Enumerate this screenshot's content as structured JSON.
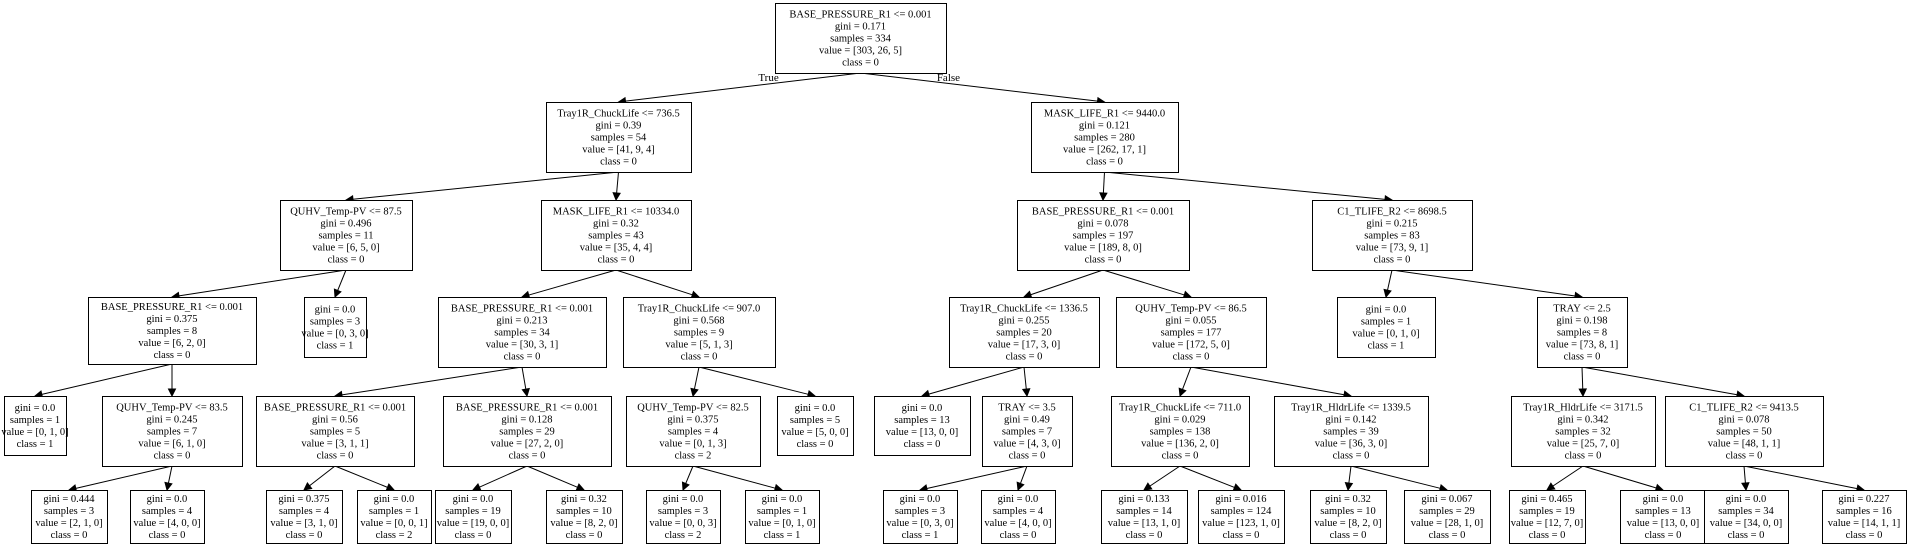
{
  "tree": {
    "edge_labels": {
      "true": "True",
      "false": "False"
    },
    "nodes": [
      {
        "id": "n0",
        "lines": [
          "BASE_PRESSURE_R1 <= 0.001",
          "gini = 0.171",
          "samples = 334",
          "value = [303, 26, 5]",
          "class = 0"
        ]
      },
      {
        "id": "n1",
        "lines": [
          "Tray1R_ChuckLife <= 736.5",
          "gini = 0.39",
          "samples = 54",
          "value = [41, 9, 4]",
          "class = 0"
        ]
      },
      {
        "id": "n2",
        "lines": [
          "MASK_LIFE_R1 <= 9440.0",
          "gini = 0.121",
          "samples = 280",
          "value = [262, 17, 1]",
          "class = 0"
        ]
      },
      {
        "id": "n3",
        "lines": [
          "QUHV_Temp-PV <= 87.5",
          "gini = 0.496",
          "samples = 11",
          "value = [6, 5, 0]",
          "class = 0"
        ]
      },
      {
        "id": "n4",
        "lines": [
          "MASK_LIFE_R1 <= 10334.0",
          "gini = 0.32",
          "samples = 43",
          "value = [35, 4, 4]",
          "class = 0"
        ]
      },
      {
        "id": "n5",
        "lines": [
          "BASE_PRESSURE_R1 <= 0.001",
          "gini = 0.078",
          "samples = 197",
          "value = [189, 8, 0]",
          "class = 0"
        ]
      },
      {
        "id": "n6",
        "lines": [
          "C1_TLIFE_R2 <= 8698.5",
          "gini = 0.215",
          "samples = 83",
          "value = [73, 9, 1]",
          "class = 0"
        ]
      },
      {
        "id": "n7",
        "lines": [
          "BASE_PRESSURE_R1 <= 0.001",
          "gini = 0.375",
          "samples = 8",
          "value = [6, 2, 0]",
          "class = 0"
        ]
      },
      {
        "id": "n8",
        "lines": [
          "gini = 0.0",
          "samples = 3",
          "value = [0, 3, 0]",
          "class = 1"
        ]
      },
      {
        "id": "n9",
        "lines": [
          "BASE_PRESSURE_R1 <= 0.001",
          "gini = 0.213",
          "samples = 34",
          "value = [30, 3, 1]",
          "class = 0"
        ]
      },
      {
        "id": "n10",
        "lines": [
          "Tray1R_ChuckLife <= 907.0",
          "gini = 0.568",
          "samples = 9",
          "value = [5, 1, 3]",
          "class = 0"
        ]
      },
      {
        "id": "n11",
        "lines": [
          "Tray1R_ChuckLife <= 1336.5",
          "gini = 0.255",
          "samples = 20",
          "value = [17, 3, 0]",
          "class = 0"
        ]
      },
      {
        "id": "n12",
        "lines": [
          "QUHV_Temp-PV <= 86.5",
          "gini = 0.055",
          "samples = 177",
          "value = [172, 5, 0]",
          "class = 0"
        ]
      },
      {
        "id": "n13",
        "lines": [
          "gini = 0.0",
          "samples = 1",
          "value = [0, 1, 0]",
          "class = 1"
        ]
      },
      {
        "id": "n14",
        "lines": [
          "TRAY <= 2.5",
          "gini = 0.198",
          "samples = 8",
          "value = [73, 8, 1]",
          "class = 0"
        ]
      },
      {
        "id": "n15",
        "lines": [
          "gini = 0.0",
          "samples = 1",
          "value = [0, 1, 0]",
          "class = 1"
        ]
      },
      {
        "id": "n16",
        "lines": [
          "QUHV_Temp-PV <= 83.5",
          "gini = 0.245",
          "samples = 7",
          "value = [6, 1, 0]",
          "class = 0"
        ]
      },
      {
        "id": "n17",
        "lines": [
          "BASE_PRESSURE_R1 <= 0.001",
          "gini = 0.56",
          "samples = 5",
          "value = [3, 1, 1]",
          "class = 0"
        ]
      },
      {
        "id": "n18",
        "lines": [
          "BASE_PRESSURE_R1 <= 0.001",
          "gini = 0.128",
          "samples = 29",
          "value = [27, 2, 0]",
          "class = 0"
        ]
      },
      {
        "id": "n19",
        "lines": [
          "QUHV_Temp-PV <= 82.5",
          "gini = 0.375",
          "samples = 4",
          "value = [0, 1, 3]",
          "class = 2"
        ]
      },
      {
        "id": "n20",
        "lines": [
          "gini = 0.0",
          "samples = 5",
          "value = [5, 0, 0]",
          "class = 0"
        ]
      },
      {
        "id": "n21",
        "lines": [
          "gini = 0.0",
          "samples = 13",
          "value = [13, 0, 0]",
          "class = 0"
        ]
      },
      {
        "id": "n22",
        "lines": [
          "TRAY <= 3.5",
          "gini = 0.49",
          "samples = 7",
          "value = [4, 3, 0]",
          "class = 0"
        ]
      },
      {
        "id": "n23",
        "lines": [
          "Tray1R_ChuckLife <= 711.0",
          "gini = 0.029",
          "samples = 138",
          "value = [136, 2, 0]",
          "class = 0"
        ]
      },
      {
        "id": "n24",
        "lines": [
          "Tray1R_HldrLife <= 1339.5",
          "gini = 0.142",
          "samples = 39",
          "value = [36, 3, 0]",
          "class = 0"
        ]
      },
      {
        "id": "n25",
        "lines": [
          "Tray1R_HldrLife <= 3171.5",
          "gini = 0.342",
          "samples = 32",
          "value = [25, 7, 0]",
          "class = 0"
        ]
      },
      {
        "id": "n26",
        "lines": [
          "C1_TLIFE_R2 <= 9413.5",
          "gini = 0.078",
          "samples = 50",
          "value = [48, 1, 1]",
          "class = 0"
        ]
      },
      {
        "id": "n27",
        "lines": [
          "gini = 0.444",
          "samples = 3",
          "value = [2, 1, 0]",
          "class = 0"
        ]
      },
      {
        "id": "n28",
        "lines": [
          "gini = 0.0",
          "samples = 4",
          "value = [4, 0, 0]",
          "class = 0"
        ]
      },
      {
        "id": "n29",
        "lines": [
          "gini = 0.375",
          "samples = 4",
          "value = [3, 1, 0]",
          "class = 0"
        ]
      },
      {
        "id": "n30",
        "lines": [
          "gini = 0.0",
          "samples = 1",
          "value = [0, 0, 1]",
          "class = 2"
        ]
      },
      {
        "id": "n31",
        "lines": [
          "gini = 0.0",
          "samples = 19",
          "value = [19, 0, 0]",
          "class = 0"
        ]
      },
      {
        "id": "n32",
        "lines": [
          "gini = 0.32",
          "samples = 10",
          "value = [8, 2, 0]",
          "class = 0"
        ]
      },
      {
        "id": "n33",
        "lines": [
          "gini = 0.0",
          "samples = 3",
          "value = [0, 0, 3]",
          "class = 2"
        ]
      },
      {
        "id": "n34",
        "lines": [
          "gini = 0.0",
          "samples = 1",
          "value = [0, 1, 0]",
          "class = 1"
        ]
      },
      {
        "id": "n35",
        "lines": [
          "gini = 0.0",
          "samples = 3",
          "value = [0, 3, 0]",
          "class = 1"
        ]
      },
      {
        "id": "n36",
        "lines": [
          "gini = 0.0",
          "samples = 4",
          "value = [4, 0, 0]",
          "class = 0"
        ]
      },
      {
        "id": "n37",
        "lines": [
          "gini = 0.133",
          "samples = 14",
          "value = [13, 1, 0]",
          "class = 0"
        ]
      },
      {
        "id": "n38",
        "lines": [
          "gini = 0.016",
          "samples = 124",
          "value = [123, 1, 0]",
          "class = 0"
        ]
      },
      {
        "id": "n39",
        "lines": [
          "gini = 0.32",
          "samples = 10",
          "value = [8, 2, 0]",
          "class = 0"
        ]
      },
      {
        "id": "n40",
        "lines": [
          "gini = 0.067",
          "samples = 29",
          "value = [28, 1, 0]",
          "class = 0"
        ]
      },
      {
        "id": "n41",
        "lines": [
          "gini = 0.465",
          "samples = 19",
          "value = [12, 7, 0]",
          "class = 0"
        ]
      },
      {
        "id": "n42",
        "lines": [
          "gini = 0.0",
          "samples = 13",
          "value = [13, 0, 0]",
          "class = 0"
        ]
      },
      {
        "id": "n43",
        "lines": [
          "gini = 0.0",
          "samples = 34",
          "value = [34, 0, 0]",
          "class = 0"
        ]
      },
      {
        "id": "n44",
        "lines": [
          "gini = 0.227",
          "samples = 16",
          "value = [14, 1, 1]",
          "class = 0"
        ]
      }
    ],
    "edges": [
      {
        "from": "n0",
        "to": "n1",
        "label": "true"
      },
      {
        "from": "n0",
        "to": "n2",
        "label": "false"
      },
      {
        "from": "n1",
        "to": "n3"
      },
      {
        "from": "n1",
        "to": "n4"
      },
      {
        "from": "n2",
        "to": "n5"
      },
      {
        "from": "n2",
        "to": "n6"
      },
      {
        "from": "n3",
        "to": "n7"
      },
      {
        "from": "n3",
        "to": "n8"
      },
      {
        "from": "n4",
        "to": "n9"
      },
      {
        "from": "n4",
        "to": "n10"
      },
      {
        "from": "n5",
        "to": "n11"
      },
      {
        "from": "n5",
        "to": "n12"
      },
      {
        "from": "n6",
        "to": "n13"
      },
      {
        "from": "n6",
        "to": "n14"
      },
      {
        "from": "n7",
        "to": "n15"
      },
      {
        "from": "n7",
        "to": "n16"
      },
      {
        "from": "n9",
        "to": "n17"
      },
      {
        "from": "n9",
        "to": "n18"
      },
      {
        "from": "n10",
        "to": "n19"
      },
      {
        "from": "n10",
        "to": "n20"
      },
      {
        "from": "n11",
        "to": "n21"
      },
      {
        "from": "n11",
        "to": "n22"
      },
      {
        "from": "n12",
        "to": "n23"
      },
      {
        "from": "n12",
        "to": "n24"
      },
      {
        "from": "n14",
        "to": "n25"
      },
      {
        "from": "n14",
        "to": "n26"
      },
      {
        "from": "n16",
        "to": "n27"
      },
      {
        "from": "n16",
        "to": "n28"
      },
      {
        "from": "n17",
        "to": "n29"
      },
      {
        "from": "n17",
        "to": "n30"
      },
      {
        "from": "n18",
        "to": "n31"
      },
      {
        "from": "n18",
        "to": "n32"
      },
      {
        "from": "n19",
        "to": "n33"
      },
      {
        "from": "n19",
        "to": "n34"
      },
      {
        "from": "n22",
        "to": "n35"
      },
      {
        "from": "n22",
        "to": "n36"
      },
      {
        "from": "n23",
        "to": "n37"
      },
      {
        "from": "n23",
        "to": "n38"
      },
      {
        "from": "n24",
        "to": "n39"
      },
      {
        "from": "n24",
        "to": "n40"
      },
      {
        "from": "n25",
        "to": "n41"
      },
      {
        "from": "n25",
        "to": "n42"
      },
      {
        "from": "n26",
        "to": "n43"
      },
      {
        "from": "n26",
        "to": "n44"
      }
    ]
  }
}
